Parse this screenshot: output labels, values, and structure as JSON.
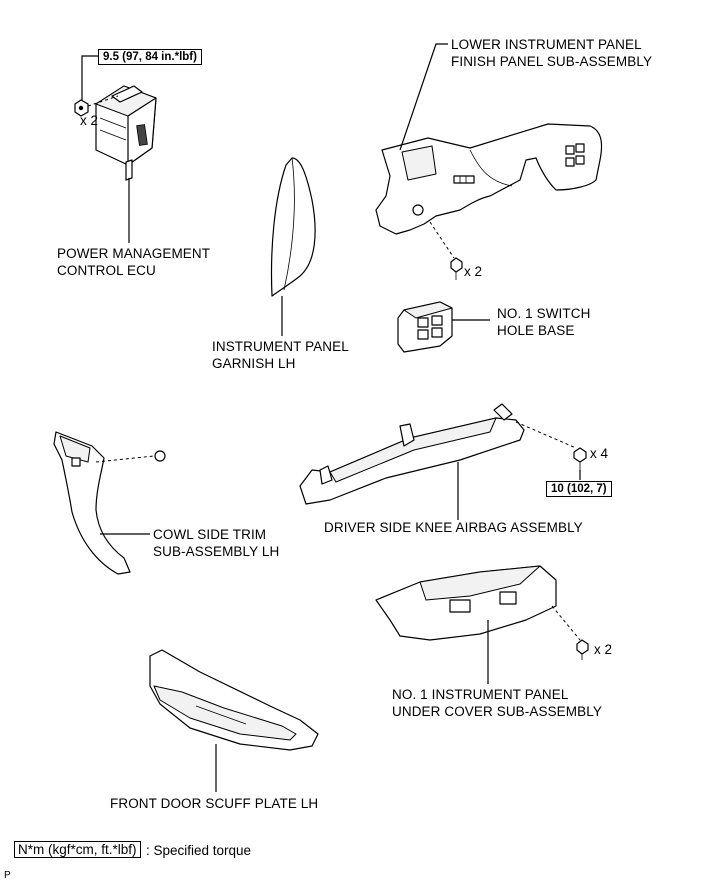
{
  "labels": {
    "lower_panel": [
      "LOWER INSTRUMENT PANEL",
      "FINISH PANEL SUB-ASSEMBLY"
    ],
    "power_ecu": [
      "POWER MANAGEMENT",
      "CONTROL ECU"
    ],
    "garnish": [
      "INSTRUMENT PANEL",
      "GARNISH LH"
    ],
    "switch_base": [
      "NO. 1 SWITCH",
      "HOLE BASE"
    ],
    "cowl_trim": [
      "COWL SIDE TRIM",
      "SUB-ASSEMBLY LH"
    ],
    "knee_airbag": [
      "DRIVER SIDE KNEE AIRBAG ASSEMBLY"
    ],
    "under_cover": [
      "NO. 1 INSTRUMENT PANEL",
      "UNDER COVER SUB-ASSEMBLY"
    ],
    "scuff_plate": [
      "FRONT DOOR SCUFF PLATE LH"
    ]
  },
  "torque": {
    "ecu_nut": "9.5 (97, 84 in.*lbf)",
    "airbag_bolt": "10 (102, 7)"
  },
  "quantities": {
    "ecu_nut": "x 2",
    "panel_screw": "x 2",
    "airbag_bolt": "x 4",
    "cover_screw": "x 2"
  },
  "legend": {
    "unit_box": "N*m (kgf*cm, ft.*lbf)",
    "text": ": Specified torque"
  },
  "page_code": "P"
}
